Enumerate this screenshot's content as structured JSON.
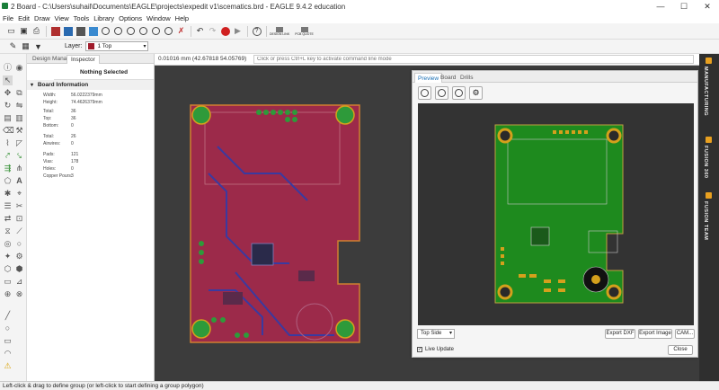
{
  "window": {
    "title": "2 Board - C:\\Users\\suhail\\Documents\\EAGLE\\projects\\expedit v1\\scematics.brd - EAGLE 9.4.2 education",
    "minimize": "—",
    "maximize": "☐",
    "close": "✕"
  },
  "menu": [
    "File",
    "Edit",
    "Draw",
    "View",
    "Tools",
    "Library",
    "Options",
    "Window",
    "Help"
  ],
  "toolbar": {
    "design_link": "DESIGN LINK",
    "pcb_quote": "PCB QUOTE"
  },
  "layer": {
    "label": "Layer:",
    "selected": "1 Top",
    "color": "#a01c2c"
  },
  "inspector": {
    "tabs": [
      "Design Manager",
      "Inspector"
    ],
    "selection": "Nothing Selected",
    "section": "Board Information",
    "rows": [
      {
        "label": "Width:",
        "value": "56.0222379mm"
      },
      {
        "label": "Height:",
        "value": "74.4626379mm"
      },
      {
        "label": "Total:",
        "value": "36"
      },
      {
        "label": "Top:",
        "value": "36"
      },
      {
        "label": "Bottom:",
        "value": "0"
      },
      {
        "label": "Total:",
        "value": "26"
      },
      {
        "label": "Airwires:",
        "value": "0"
      },
      {
        "label": "Pads:",
        "value": "121"
      },
      {
        "label": "Vias:",
        "value": "178"
      },
      {
        "label": "Holes:",
        "value": "0"
      },
      {
        "label": "Copper Pours:",
        "value": "3"
      }
    ]
  },
  "coordbar": {
    "coords": "0.01016 mm (42.67818 54.05769)",
    "command_placeholder": "Click or press Ctrl+L key to activate command line mode"
  },
  "right_panels": [
    "MANUFACTURING",
    "FUSION 360",
    "FUSION TEAM"
  ],
  "preview": {
    "tabs": [
      "Preview",
      "Board",
      "Drills"
    ],
    "side_select": "Top Side",
    "export_dxf": "Export DXF",
    "export_image": "Export Image",
    "cam": "CAM...",
    "live_update": "Live Update",
    "close": "Close"
  },
  "status": "Left-click & drag to define group (or left-click to start defining a group polygon)",
  "colors": {
    "board_red": "#9c2a4a",
    "board_green": "#1e8a1e",
    "pad_gold": "#d4a01c",
    "canvas": "#3c3c3c"
  }
}
